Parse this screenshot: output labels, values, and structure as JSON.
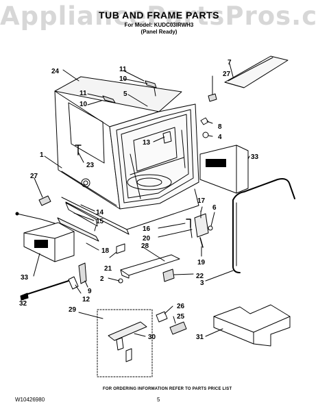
{
  "watermark": "AppliancePartsPros.com",
  "header": {
    "title": "TUB AND FRAME PARTS",
    "model_line": "For Model: KUDC03IRWH3",
    "subtitle": "(Panel Ready)"
  },
  "callouts": [
    "1",
    "2",
    "3",
    "4",
    "5",
    "6",
    "7",
    "8",
    "9",
    "10",
    "10",
    "11",
    "11",
    "12",
    "13",
    "14",
    "15",
    "16",
    "17",
    "18",
    "19",
    "20",
    "21",
    "22",
    "23",
    "24",
    "25",
    "26",
    "27",
    "27",
    "28",
    "29",
    "30",
    "31",
    "32",
    "33",
    "33"
  ],
  "footer": {
    "document_number": "W10426980",
    "page_number": "5",
    "order_note": "FOR ORDERING INFORMATION REFER TO PARTS PRICE LIST"
  }
}
